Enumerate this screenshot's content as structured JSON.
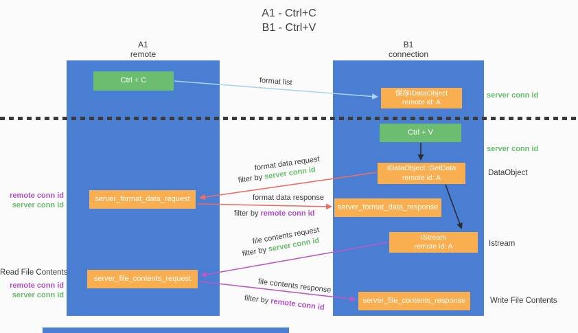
{
  "title": {
    "line1": "A1 - Ctrl+C",
    "line2": "B1 - Ctrl+V"
  },
  "columns": {
    "left": {
      "name": "A1",
      "role": "remote"
    },
    "right": {
      "name": "B1",
      "role": "connection"
    }
  },
  "boxes": {
    "ctrl_c": "Ctrl + C",
    "ctrl_v": "Ctrl + V",
    "save_dataobject": {
      "line1": "保存IDataObject",
      "line2": "remote id: A"
    },
    "getdata": {
      "line1": "IDataObject::GetData",
      "line2": "remote id: A"
    },
    "istream": {
      "line1": "IStream",
      "line2": "remote id: A"
    },
    "format_request": "server_format_data_request",
    "format_response": "server_format_data_response",
    "file_request": "server_file_contents_request",
    "file_response": "server_file_contents_response"
  },
  "arrows": {
    "format_list": {
      "label": "format list"
    },
    "format_data_request": {
      "label": "format data request",
      "filter_prefix": "filter by",
      "filter_key": "server conn id"
    },
    "format_data_response": {
      "label": "format data response",
      "filter_prefix": "filter by",
      "filter_key": "remote conn id"
    },
    "file_contents_request": {
      "label": "file contents request",
      "filter_prefix": "filter by",
      "filter_key": "server conn id"
    },
    "file_contents_response": {
      "label": "file contents response",
      "filter_prefix": "filter by",
      "filter_key": "remote conn id"
    }
  },
  "side_labels": {
    "right": {
      "server_conn_id_1": "server conn id",
      "server_conn_id_2": "server conn id",
      "dataobject": "DataObject",
      "istream": "Istream",
      "write_file_contents": "Write File Contents"
    },
    "left": {
      "remote_conn_id_1": "remote conn id",
      "server_conn_id_1": "server conn id",
      "read_file_contents": "Read File Contents",
      "remote_conn_id_2": "remote conn id",
      "server_conn_id_2": "server conn id"
    }
  },
  "colors": {
    "lane_blue": "#4a7ed2",
    "box_orange": "#f9ae4f",
    "box_green": "#6dbd70",
    "label_green": "#67bd6a",
    "label_purple": "#b04fc4",
    "arrow_red": "#ee6e63",
    "arrow_purple": "#bb59c5",
    "arrow_lightblue": "#a9d3ee",
    "arrow_black": "#2b2b2b",
    "dotted_line": "#3b3b3b"
  }
}
